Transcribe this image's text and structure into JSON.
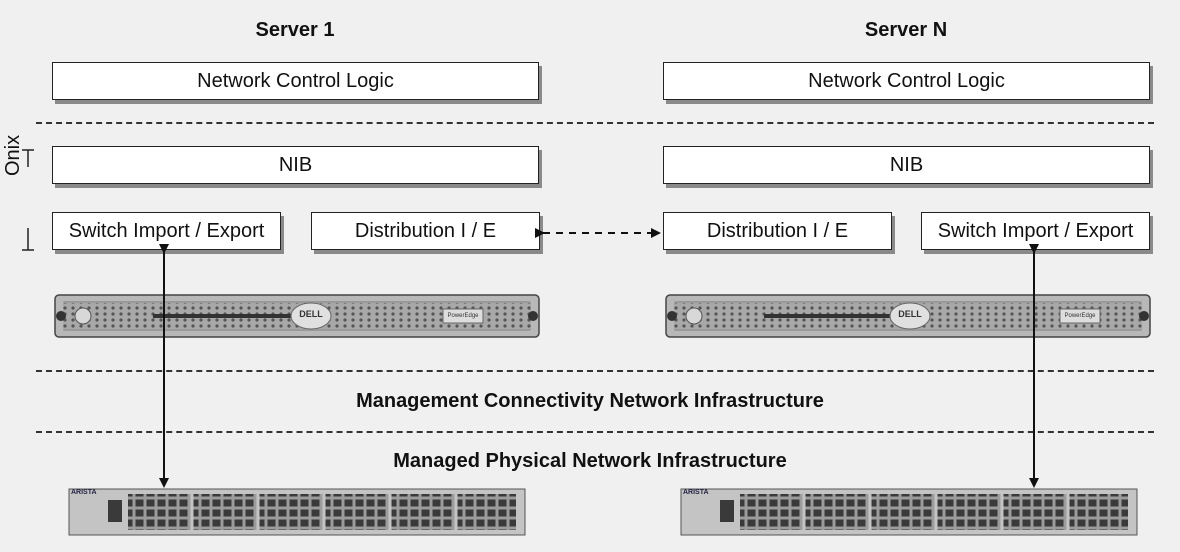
{
  "servers": [
    {
      "title": "Server 1",
      "control_logic": "Network Control Logic",
      "nib": "NIB",
      "switch_ie": "Switch Import / Export",
      "dist_ie": "Distribution I / E",
      "server_brand": "DELL",
      "server_model": "PowerEdge"
    },
    {
      "title": "Server N",
      "control_logic": "Network Control Logic",
      "nib": "NIB",
      "switch_ie": "Switch Import / Export",
      "dist_ie": "Distribution I / E",
      "server_brand": "DELL",
      "server_model": "PowerEdge"
    }
  ],
  "onix_label": "Onix",
  "management_band": "Management Connectivity Network Infrastructure",
  "physical_band": "Managed Physical Network Infrastructure",
  "switch_brand": "ARISTA"
}
